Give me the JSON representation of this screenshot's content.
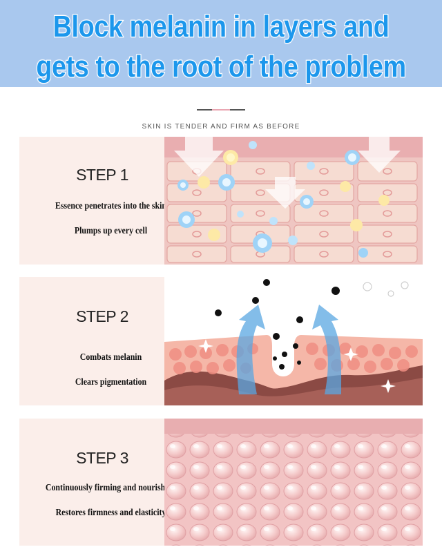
{
  "banner": {
    "line1": "Block melanin in layers and",
    "line2": "gets to the root of the problem"
  },
  "subtitle": "SKIN IS TENDER AND FIRM AS BEFORE",
  "steps": [
    {
      "title": "STEP 1",
      "lines": [
        "Essence penetrates into the skin",
        "Plumps up every cell"
      ]
    },
    {
      "title": "STEP 2",
      "lines": [
        "Combats melanin",
        "Clears pigmentation"
      ]
    },
    {
      "title": "STEP 3",
      "lines": [
        "Continuously firming and nourishing",
        "Restores firmness and elasticity"
      ]
    }
  ],
  "colors": {
    "banner_bg": "#a9c8ee",
    "banner_text": "#1c97ec",
    "panel_bg": "#fbeeea"
  }
}
